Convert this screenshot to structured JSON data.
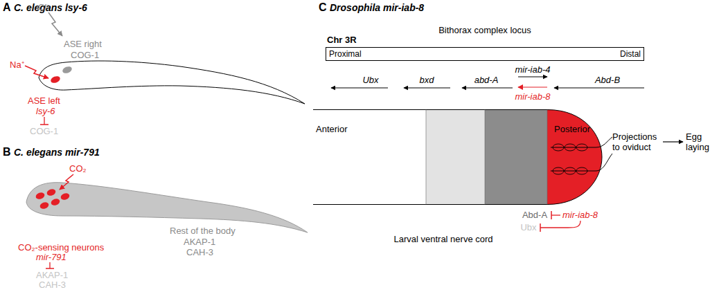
{
  "diagram": {
    "nodes": [
      {
        "text": [
          "Chr 3R",
          "Proximal",
          "Distal"
        ]
      },
      {
        "text": [
          "Anterior",
          "Posterior"
        ]
      }
    ],
    "labels": [
      "A",
      "C. elegans lsy-6",
      "Cl⁻",
      "ASE right",
      "COG-1",
      "Na⁺",
      "ASE left",
      "lsy-6",
      "COG-1",
      "B",
      "C. elegans mir-791",
      "CO₂",
      "CO₂-sensing neurons",
      "mir-791",
      "AKAP-1",
      "CAH-3",
      "Rest of the body",
      "AKAP-1",
      "CAH-3",
      "C",
      "Drosophila mir-iab-8",
      "Bithorax complex locus",
      "Ubx",
      "bxd",
      "abd-A",
      "mir-iab-4",
      "mir-iab-8",
      "Abd-B",
      "Projections to oviduct",
      "Egg laying",
      "Abd-A",
      "mir-iab-8",
      "Ubx",
      "Larval ventral nerve cord"
    ]
  }
}
